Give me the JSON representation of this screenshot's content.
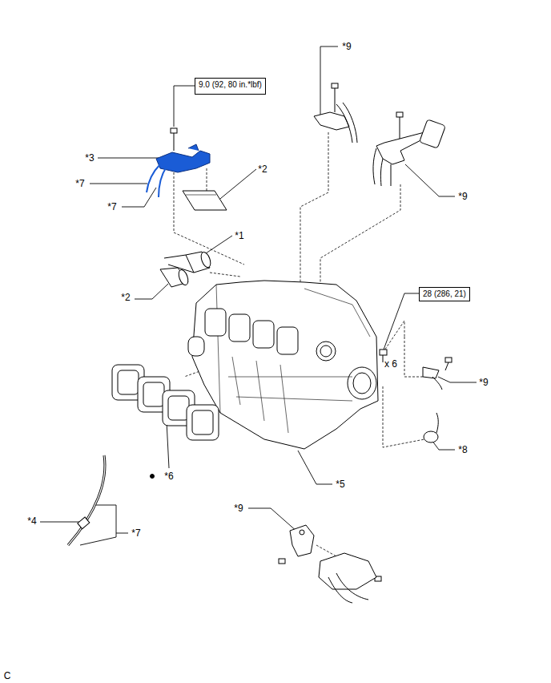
{
  "diagram": {
    "nodes": [
      {
        "text": [
          "9.0 (92, 80 in.*lbf)"
        ]
      },
      {
        "text": [
          "28 (286, 21)"
        ]
      }
    ],
    "labels": [
      "*9",
      "*3",
      "*7",
      "*2",
      "*7",
      "*1",
      "*9",
      "*2",
      "x 6",
      "*9",
      "*8",
      "*6",
      "*5",
      "*9",
      "*4",
      "*7",
      "C"
    ]
  }
}
